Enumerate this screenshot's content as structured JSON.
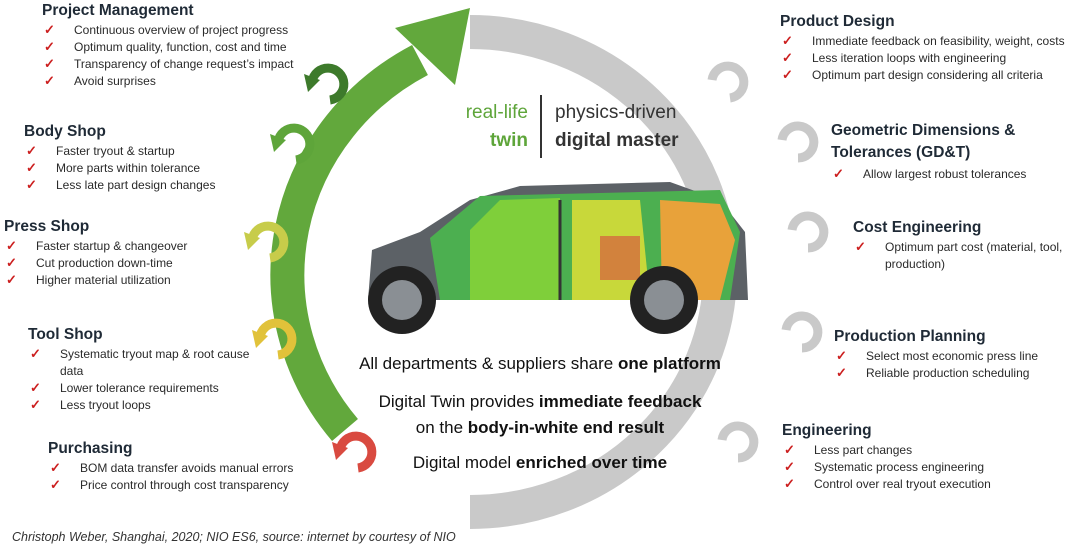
{
  "left_sections": [
    {
      "title": "Project Management",
      "items": [
        "Continuous overview of project progress",
        "Optimum quality, function, cost and time",
        "Transparency of change request’s impact",
        "Avoid surprises"
      ]
    },
    {
      "title": "Body Shop",
      "items": [
        "Faster tryout & startup",
        "More parts within tolerance",
        "Less late part design changes"
      ]
    },
    {
      "title": "Press Shop",
      "items": [
        "Faster startup & changeover",
        "Cut production down-time",
        "Higher material utilization"
      ]
    },
    {
      "title": "Tool Shop",
      "items": [
        "Systematic tryout map & root cause data",
        "Lower tolerance requirements",
        "Less tryout loops"
      ]
    },
    {
      "title": "Purchasing",
      "items": [
        "BOM data transfer avoids manual errors",
        "Price control through cost transparency"
      ]
    }
  ],
  "right_sections": [
    {
      "title": "Product Design",
      "items": [
        "Immediate feedback on feasibility, weight, costs",
        "Less iteration loops with engineering",
        "Optimum part design considering all criteria"
      ]
    },
    {
      "title": "Geometric Dimensions & Tolerances (GD&T)",
      "items": [
        "Allow largest robust tolerances"
      ]
    },
    {
      "title": "Cost Engineering",
      "items": [
        "Optimum part cost (material, tool, production)"
      ]
    },
    {
      "title": "Production Planning",
      "items": [
        "Select most economic press line",
        "Reliable production scheduling"
      ]
    },
    {
      "title": "Engineering",
      "items": [
        "Less part changes",
        "Systematic process engineering",
        "Control over real tryout execution"
      ]
    }
  ],
  "twin": {
    "left_line1": "real-life",
    "left_line2": "twin",
    "right_line1": "physics-driven",
    "right_line2": "digital master"
  },
  "center": {
    "line1_pre": "All departments & suppliers share ",
    "line1_bold": "one platform",
    "line2_pre": "Digital Twin provides ",
    "line2_bold": "immediate feedback",
    "line3_pre": "on the ",
    "line3_bold": "body-in-white end result",
    "line4_pre": "Digital model ",
    "line4_bold": "enriched over time"
  },
  "check_symbol": "✓",
  "caption": "Christoph Weber, Shanghai, 2020; NIO ES6, source: internet by courtesy of NIO",
  "colors": {
    "green_arrow": "#5ea53a",
    "gray_arc": "#c8c8c8",
    "check": "#cc1f1f",
    "twin_green": "#5ea53a"
  }
}
